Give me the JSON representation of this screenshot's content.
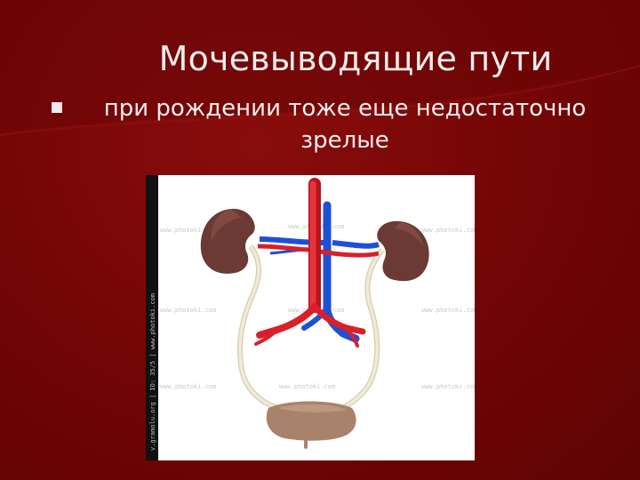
{
  "slide": {
    "title": "Мочевыводящие пути",
    "bullet": "при рождении тоже еще недостаточно зрелые"
  },
  "figure": {
    "sidebar_text": "v.gramolu.org | ID: 35/5 | www.photoki.com",
    "watermarks": [
      "www.photoki.com",
      "www.photoki.com",
      "www.photoki.com",
      "www.photoki.com",
      "www.photoki.com",
      "www.photoki.com",
      "www.photoki.com",
      "www.photoki.com",
      "www.photoki.com"
    ]
  },
  "colors": {
    "background": "#760606",
    "text": "#f3ecec",
    "artery": "#d9202a",
    "vein": "#1f4fd4",
    "kidney": "#6b3a34",
    "ureter": "#ece6cf",
    "bladder": "#a8826a"
  }
}
